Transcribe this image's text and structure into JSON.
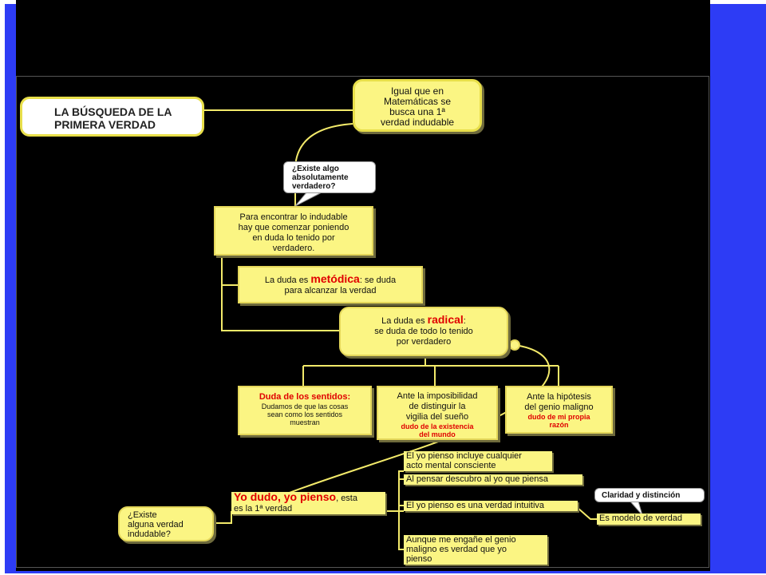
{
  "colors": {
    "background_blue": "#2d3cf5",
    "panel": "#000000",
    "node_fill": "#fbf583",
    "node_border": "#e4d75a",
    "connector": "#f3ea6a",
    "emphasis": "#e00000"
  },
  "title": {
    "line1": "LA BÚSQUEDA DE LA",
    "line2": "PRIMERA VERDAD"
  },
  "node_math": [
    "Igual que en",
    "Matemáticas se",
    "busca una 1ª",
    "verdad indudable"
  ],
  "callout_exists": [
    "¿Existe algo",
    "absolutamente",
    "verdadero?"
  ],
  "node_begin": [
    "Para encontrar lo indudable",
    "hay que comenzar poniendo",
    "en duda lo tenido por",
    "verdadero."
  ],
  "node_metodica": {
    "prefix": "La duda es ",
    "keyword": "metódica",
    "suffix": ": se duda",
    "line2": "para alcanzar la verdad"
  },
  "node_radical": {
    "prefix": "La duda es ",
    "keyword": "radical",
    "suffix": ":",
    "line2": "se duda de todo lo tenido",
    "line3": "por verdadero"
  },
  "node_sentidos": {
    "heading": "Duda de los sentidos:",
    "lines": [
      "Dudamos de que las cosas",
      "sean como los sentidos",
      "muestran"
    ]
  },
  "node_vigilia": {
    "lines": [
      "Ante la imposibilidad",
      "de distinguir la",
      "vigilia del sueño"
    ],
    "red": [
      "dudo de la existencia",
      "del mundo"
    ]
  },
  "node_genio": {
    "lines": [
      "Ante la hipótesis",
      "del genio maligno"
    ],
    "red": [
      "dudo de mi propia",
      "razón"
    ]
  },
  "node_yo_dudo": {
    "keyword": "Yo dudo, yo pienso",
    "suffix": ", esta",
    "line2": "es la 1ª verdad"
  },
  "node_existe_alguna": [
    "¿Existe",
    "alguna verdad",
    "indudable?"
  ],
  "strip_incluye": [
    "El yo pienso incluye cualquier",
    "acto mental consciente"
  ],
  "strip_descubro": "Al pensar descubro al yo que piensa",
  "strip_intuitiva": "El yo pienso es una verdad intuitiva",
  "strip_genio": [
    "Aunque me engañe el genio",
    "maligno es verdad que yo",
    "pienso"
  ],
  "strip_modelo": "Es modelo de verdad",
  "callout_claridad": "Claridad y distinción"
}
